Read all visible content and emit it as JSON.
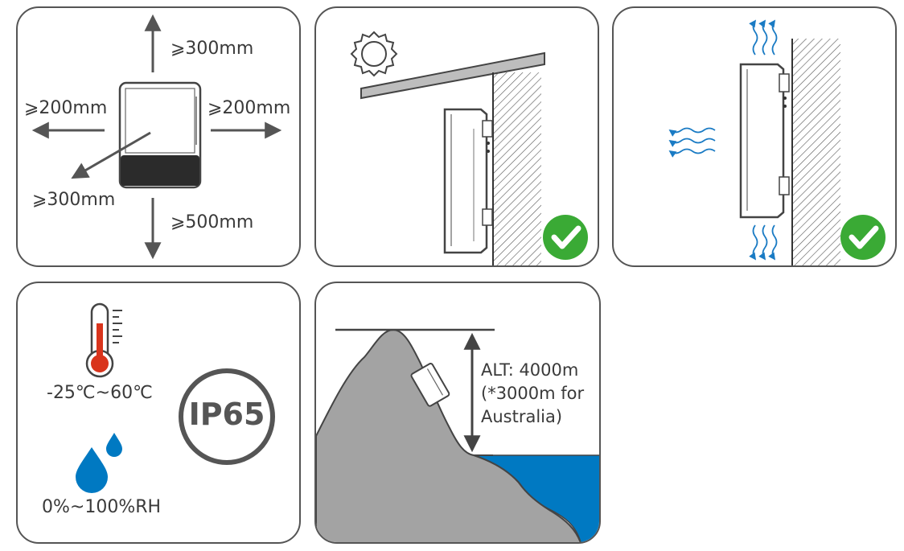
{
  "clearance": {
    "top": "⩾300mm",
    "left": "⩾200mm",
    "right": "⩾200mm",
    "front": "⩾300mm",
    "bottom": "⩾500mm"
  },
  "environment": {
    "temperature_range": "-25℃~60℃",
    "humidity_range": "0%~100%RH",
    "ip_rating": "IP65"
  },
  "altitude": {
    "line1": "ALT: 4000m",
    "line2": "(*3000m for",
    "line3": "Australia)"
  },
  "colors": {
    "check_green": "#3aaa35",
    "water_blue": "#0079c2",
    "thermo_red": "#d9341c",
    "mountain_gray": "#a3a3a3",
    "outline": "#555555"
  }
}
